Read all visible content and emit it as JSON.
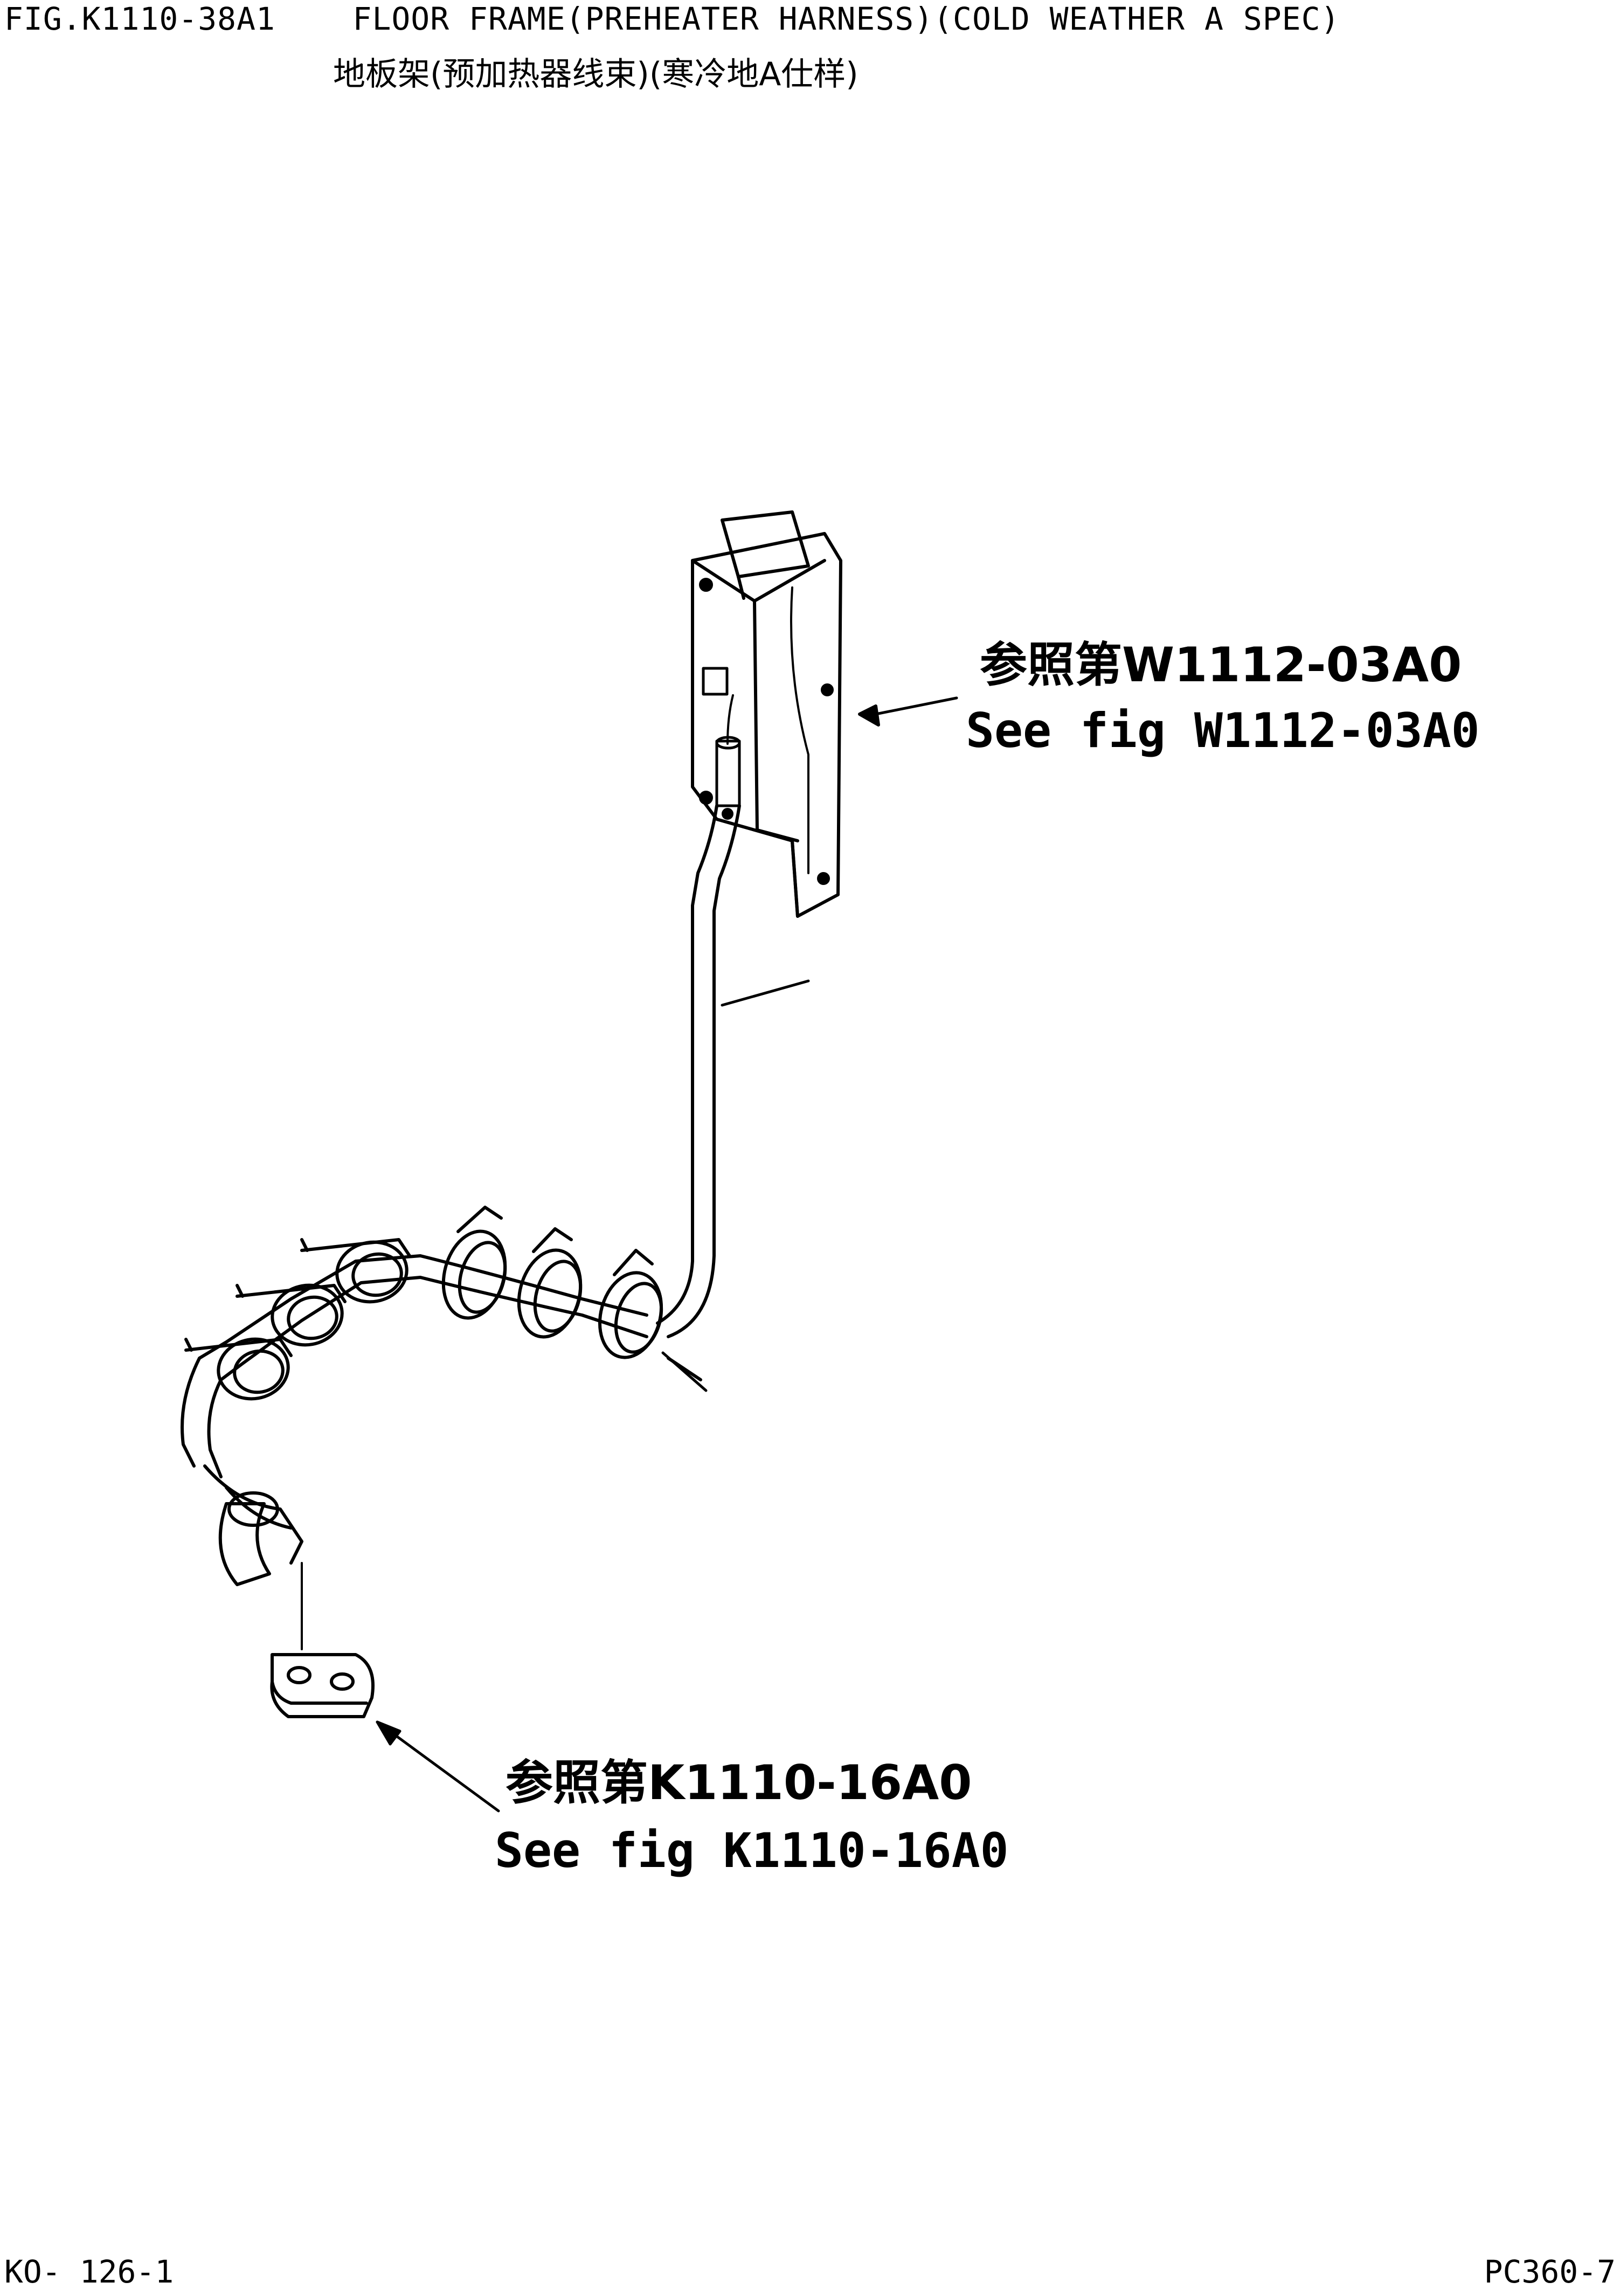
{
  "header": {
    "title_en": "FIG.K1110-38A1    FLOOR FRAME(PREHEATER HARNESS)(COLD WEATHER A SPEC)",
    "title_cn": "地板架(预加热器线束)(寒冷地A仕样)"
  },
  "callouts": [
    {
      "cn": "参照第W1112-03A0",
      "en": "See fig W1112-03A0"
    },
    {
      "cn": "参照第K1110-16A0",
      "en": "See fig K1110-16A0"
    }
  ],
  "footer": {
    "left": "KO- 126-1",
    "right": "PC360-7"
  }
}
